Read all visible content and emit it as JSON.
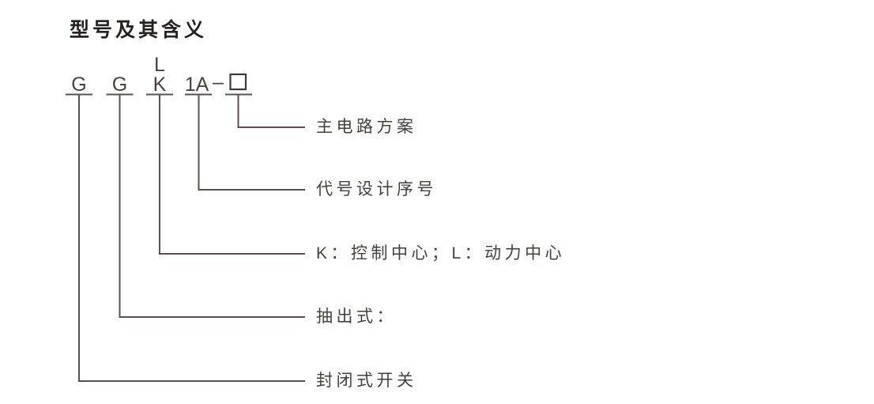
{
  "page": {
    "title": "型号及其含义"
  },
  "model_code": {
    "separator": "–",
    "parts": [
      {
        "symbol": "G",
        "meaning": "封闭式开关"
      },
      {
        "symbol": "G",
        "meaning": "抽出式："
      },
      {
        "symbol": "K",
        "above_symbol": "L",
        "meaning": "K：控制中心；L：动力中心"
      },
      {
        "symbol": "1A",
        "meaning": "代号设计序号"
      },
      {
        "symbol": "□",
        "meaning": "主电路方案"
      }
    ]
  },
  "colors": {
    "background": "#ffffff",
    "line": "#57504d",
    "title_text": "#262220",
    "code_text": "#48423f",
    "label_text": "#46403d"
  }
}
